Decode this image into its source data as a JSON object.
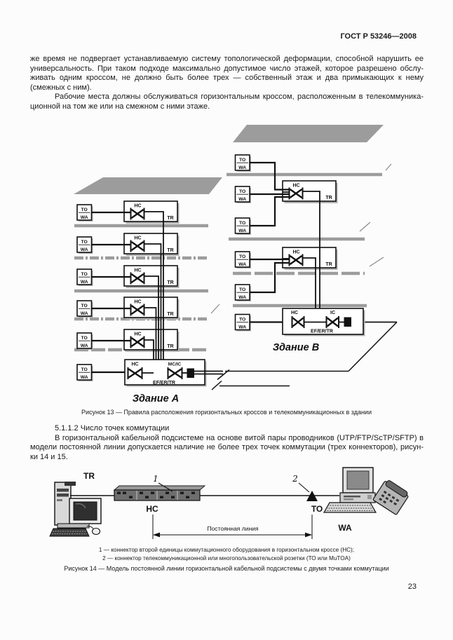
{
  "header": {
    "doc_code": "ГОСТ Р 53246—2008",
    "page_number": "23"
  },
  "intro": {
    "lines": [
      "же время не подвергает устанавливаемую систему топологической деформации, способной нарушить ее",
      "универсальность. При таком подходе максимально допустимое число этажей, которое разрешено обслу-",
      "живать одним кроссом, не должно быть более трех — собственный этаж и два примыкающих к нему",
      "(смежных с ним).",
      "Рабочие места должны обслуживаться горизонтальным кроссом, расположенным в телекоммуника-",
      "ционной на том же или на смежном с ними этаже."
    ]
  },
  "fig13": {
    "caption": "Рисунок 13 — Правила расположения горизонтальных кроссов и телекоммуникационных в здании",
    "labels": {
      "to": "TO",
      "wa": "WA",
      "hc": "HC",
      "tr": "TR",
      "mc_ic": "MC/IC",
      "ic": "IC",
      "ef_er_tr": "EF/ER/TR",
      "building_a": "Здание A",
      "building_b": "Здание B"
    }
  },
  "section": {
    "heading": "5.1.1.2 Число точек коммутации",
    "lines": [
      "В горизонтальной кабельной подсистеме на основе витой пары проводников (UTP/FTP/ScTP/SFTP) в",
      "модели постоянной линии допускается наличие не более трех точек коммутации (трех коннекторов), рисун-",
      "ки 14 и 15."
    ]
  },
  "fig14": {
    "caption": "Рисунок 14 — Модель постоянной линии горизонтальной кабельной подсистемы с двумя точками коммутации",
    "labels": {
      "tr": "TR",
      "hc": "НС",
      "to": "ТО",
      "wa": "WA",
      "callout1": "1",
      "callout2": "2",
      "line_label": "Постоянная линия"
    },
    "notes": [
      "1 — коннектор второй единицы коммутационного оборудования в горизонтальном кроссе (НС);",
      "2 — коннектор телекоммуникационной или многопользовательской розетки (ТО или MuTOA)"
    ]
  }
}
